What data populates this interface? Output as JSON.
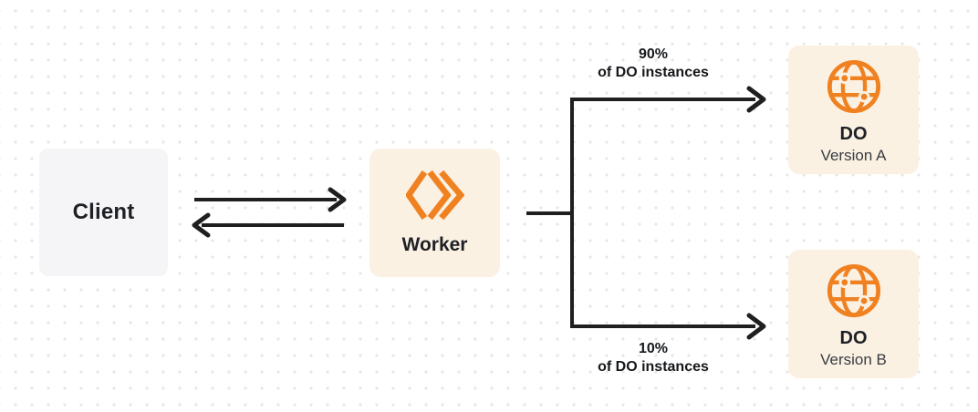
{
  "diagram": {
    "type": "architecture-flow",
    "background": "dotted-grid"
  },
  "colors": {
    "accent_orange": "#f08121",
    "node_cream": "#fbf1e3",
    "node_gray": "#f5f5f7",
    "connector": "#1f1f1f",
    "text_primary": "#1d2025",
    "text_secondary": "#373c42",
    "grid_dot": "#e7e7e7"
  },
  "nodes": {
    "client": {
      "label": "Client"
    },
    "worker": {
      "label": "Worker",
      "icon": "workers-chevrons-icon"
    },
    "do_a": {
      "title": "DO",
      "subtitle": "Version A",
      "icon": "durable-object-globe-icon"
    },
    "do_b": {
      "title": "DO",
      "subtitle": "Version B",
      "icon": "durable-object-globe-icon"
    }
  },
  "edges": {
    "client_worker": {
      "style": "double-arrow",
      "direction": "bidirectional"
    },
    "top_branch": {
      "label_line1": "90%",
      "label_line2": "of DO instances",
      "target": "DO Version A"
    },
    "bottom_branch": {
      "label_line1": "10%",
      "label_line2": "of DO instances",
      "target": "DO Version B"
    }
  }
}
